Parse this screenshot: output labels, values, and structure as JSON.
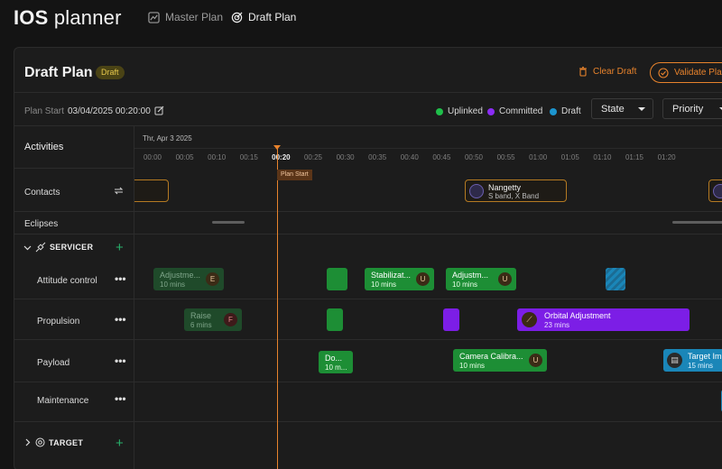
{
  "app": {
    "logo_bold": "IOS",
    "logo_rest": "planner"
  },
  "nav": [
    {
      "label": "Master Plan",
      "icon": "chart-icon",
      "active": false
    },
    {
      "label": "Draft Plan",
      "icon": "target-icon",
      "active": true
    }
  ],
  "header": {
    "title": "Draft Plan",
    "status_chip": "Draft",
    "clear_label": "Clear Draft",
    "validate_label": "Validate Plan"
  },
  "filters": {
    "plan_start_label": "Plan Start",
    "plan_start_value": "03/04/2025 00:20:00",
    "legend": [
      {
        "label": "Uplinked",
        "color": "#1fbf4a"
      },
      {
        "label": "Committed",
        "color": "#8b2cf5"
      },
      {
        "label": "Draft",
        "color": "#1c95cf"
      }
    ],
    "state_select": "State",
    "priority_select": "Priority"
  },
  "left": {
    "activities": "Activities",
    "contacts": "Contacts",
    "eclipses": "Eclipses",
    "servicer_group": "SERVICER",
    "servicer_rows": [
      "Attitude control",
      "Propulsion",
      "Payload",
      "Maintenance"
    ],
    "target_group": "TARGET"
  },
  "timeline": {
    "date": "Thr, Apr 3 2025",
    "ticks": [
      "00:00",
      "00:05",
      "00:10",
      "00:15",
      "00:20",
      "00:25",
      "00:30",
      "00:35",
      "00:40",
      "00:45",
      "00:50",
      "00:55",
      "01:00",
      "01:05",
      "01:10",
      "01:15",
      "01:20"
    ],
    "current_tick": "00:20",
    "plan_start_tag": "Plan Start"
  },
  "contacts": [
    {
      "title": "Nangetty",
      "sub": "S band, X Band"
    }
  ],
  "blocks": {
    "attitude": [
      {
        "title": "Adjustme...",
        "sub": "10 mins",
        "badge": "E"
      },
      {
        "title": "Stabilizat...",
        "sub": "10 mins",
        "badge": "U"
      },
      {
        "title": "Adjustm...",
        "sub": "10 mins",
        "badge": "U"
      }
    ],
    "propulsion": [
      {
        "title": "Raise",
        "sub": "6 mins",
        "badge": "F"
      },
      {
        "title": "Orbital Adjustment",
        "sub": "23 mins"
      }
    ],
    "payload": [
      {
        "title": "Do...",
        "sub": "10 m..."
      },
      {
        "title": "Camera Calibra...",
        "sub": "10 mins",
        "badge": "U"
      },
      {
        "title": "Target Im...",
        "sub": "15 mins"
      }
    ]
  }
}
